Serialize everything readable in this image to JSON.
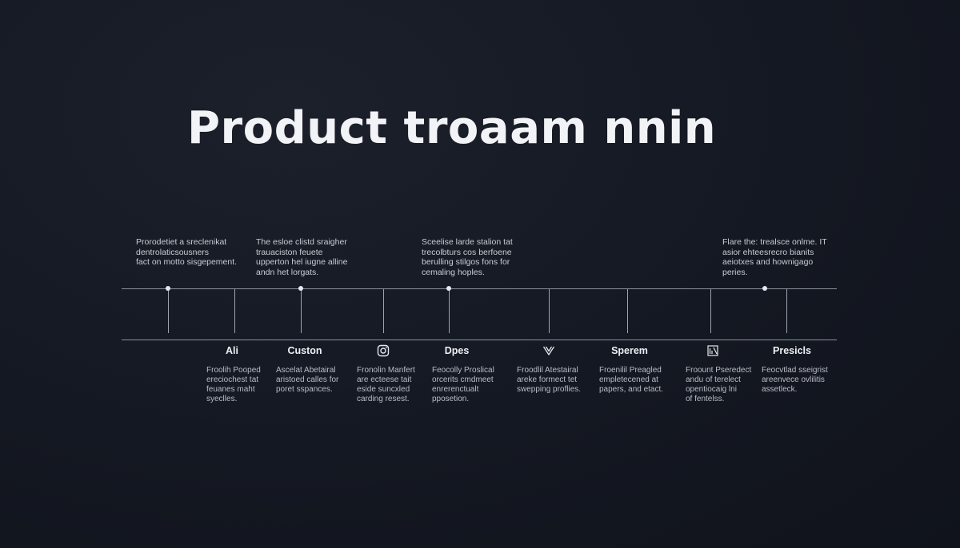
{
  "title": "Product troaam nnin",
  "top_notes": [
    {
      "text": "Prorodetiet a sreclenikat\ndentrolaticsousners\nfact on motto sisgepement."
    },
    {
      "text": "The esloe clistd sraigher\ntrauaciston feuete\nupperton hel iugne alline\nandn het lorgats."
    },
    {
      "text": "Sceelise larde stalion tat\ntrecolbturs cos berfoene\nberulling stilgos fons for\ncemaling hoples."
    },
    {
      "text": "Flare the: trealsce onlme. IT\nasior ehteesrecro bianits\naeiotxes and hownigago\nperies."
    }
  ],
  "stages": [
    {
      "label": "Ali",
      "icon": "",
      "desc": "Froolih Pooped\nereciochest tat\nfeuanes maht\nsyeclles."
    },
    {
      "label": "Custon",
      "icon": "",
      "desc": "Ascelat Abetairal\naristoed calles for\nporet sspances."
    },
    {
      "label": "",
      "icon": "instagram-icon",
      "desc": "Fronolin Manfert\nare ecteese tait\neside suncxled\ncarding resest."
    },
    {
      "label": "Dpes",
      "icon": "",
      "desc": "Feocolly Proslical\norcerits cmdmeet\nenrerenctualt\npposetion."
    },
    {
      "label": "",
      "icon": "vee-icon",
      "desc": "Froodlil Atestairal\nareke formect tet\nswepping proflies."
    },
    {
      "label": "Sperem",
      "icon": "",
      "desc": "Froenilil Preagled\nempletecened at\npapers, and etact."
    },
    {
      "label": "",
      "icon": "chart-icon",
      "desc": "Froount Pseredect\nandu of terelect\nopentiocaig lni\nof fentelss."
    },
    {
      "label": "Presicls",
      "icon": "",
      "desc": "Feocvtlad sseigrist\nareenvece ovlilitis\nassetleck."
    }
  ],
  "colors": {
    "background": "#141822",
    "line": "#8a8f9a",
    "text": "#e9ebef"
  }
}
